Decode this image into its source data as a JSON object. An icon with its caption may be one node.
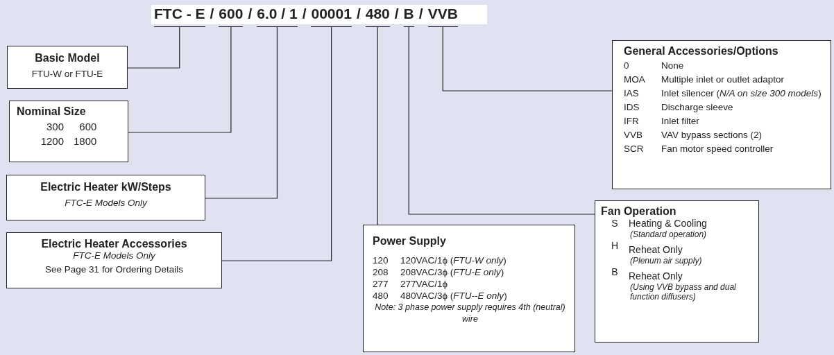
{
  "diagram": {
    "nodes": [
      {
        "text": [
          "FTC - E"
        ]
      },
      {
        "text": [
          "600"
        ]
      },
      {
        "text": [
          "6.0 / 1"
        ]
      },
      {
        "text": [
          "00001"
        ]
      },
      {
        "text": [
          "480"
        ]
      },
      {
        "text": [
          "B"
        ]
      },
      {
        "text": [
          "VVB"
        ]
      },
      {
        "text": [
          "Basic Model",
          "FTU-W or FTU-E"
        ]
      },
      {
        "text": [
          "Nominal Size",
          "300",
          "600",
          "1200",
          "1800"
        ]
      },
      {
        "text": [
          "General Accessories/Options",
          "0",
          "None",
          "MOA",
          "Multiple inlet or outlet adaptor",
          "IAS",
          "Inlet silencer (*N/A on size 300 models*)",
          "IDS",
          "Discharge sleeve",
          "IFR",
          "Inlet filter",
          "VVB",
          "VAV bypass sections (2)",
          "SCR",
          "Fan motor speed controller"
        ]
      },
      {
        "text": [
          "Electric Heater kW/Steps",
          "FTC-E Models Only"
        ]
      },
      {
        "text": [
          "Electric Heater Accessories",
          "FTC-E Models Only",
          "See Page 31 for Ordering Details"
        ]
      },
      {
        "text": [
          "Fan Operation",
          "S",
          "Heating & Cooling",
          "(Standard operation)",
          "H",
          "Reheat Only",
          "(Plenum air supply)",
          "B",
          "Reheat Only",
          "(Using VVB bypass and dual function diffusers)"
        ]
      },
      {
        "text": [
          "Power Supply",
          "120",
          "120VAC/1ϕ (*FTU-W only*)",
          "208",
          "208VAC/3ϕ (*FTU-E only*)",
          "277",
          "277VAC/1ϕ",
          "480",
          "480VAC/3ϕ (*FTU--E only*)",
          "Note: 3 phase power supply requires 4th (neutral) wire"
        ]
      }
    ],
    "edges": [
      {
        "from": 0,
        "to": 7,
        "arrow": "none"
      },
      {
        "from": 1,
        "to": 8,
        "arrow": "none"
      },
      {
        "from": 2,
        "to": 10,
        "arrow": "none"
      },
      {
        "from": 3,
        "to": 11,
        "arrow": "none"
      },
      {
        "from": 4,
        "to": 13,
        "arrow": "none"
      },
      {
        "from": 5,
        "to": 12,
        "arrow": "none"
      },
      {
        "from": 6,
        "to": 9,
        "arrow": "none"
      }
    ],
    "labels": [
      "/",
      "/",
      "/",
      "/",
      "/",
      "/"
    ]
  }
}
